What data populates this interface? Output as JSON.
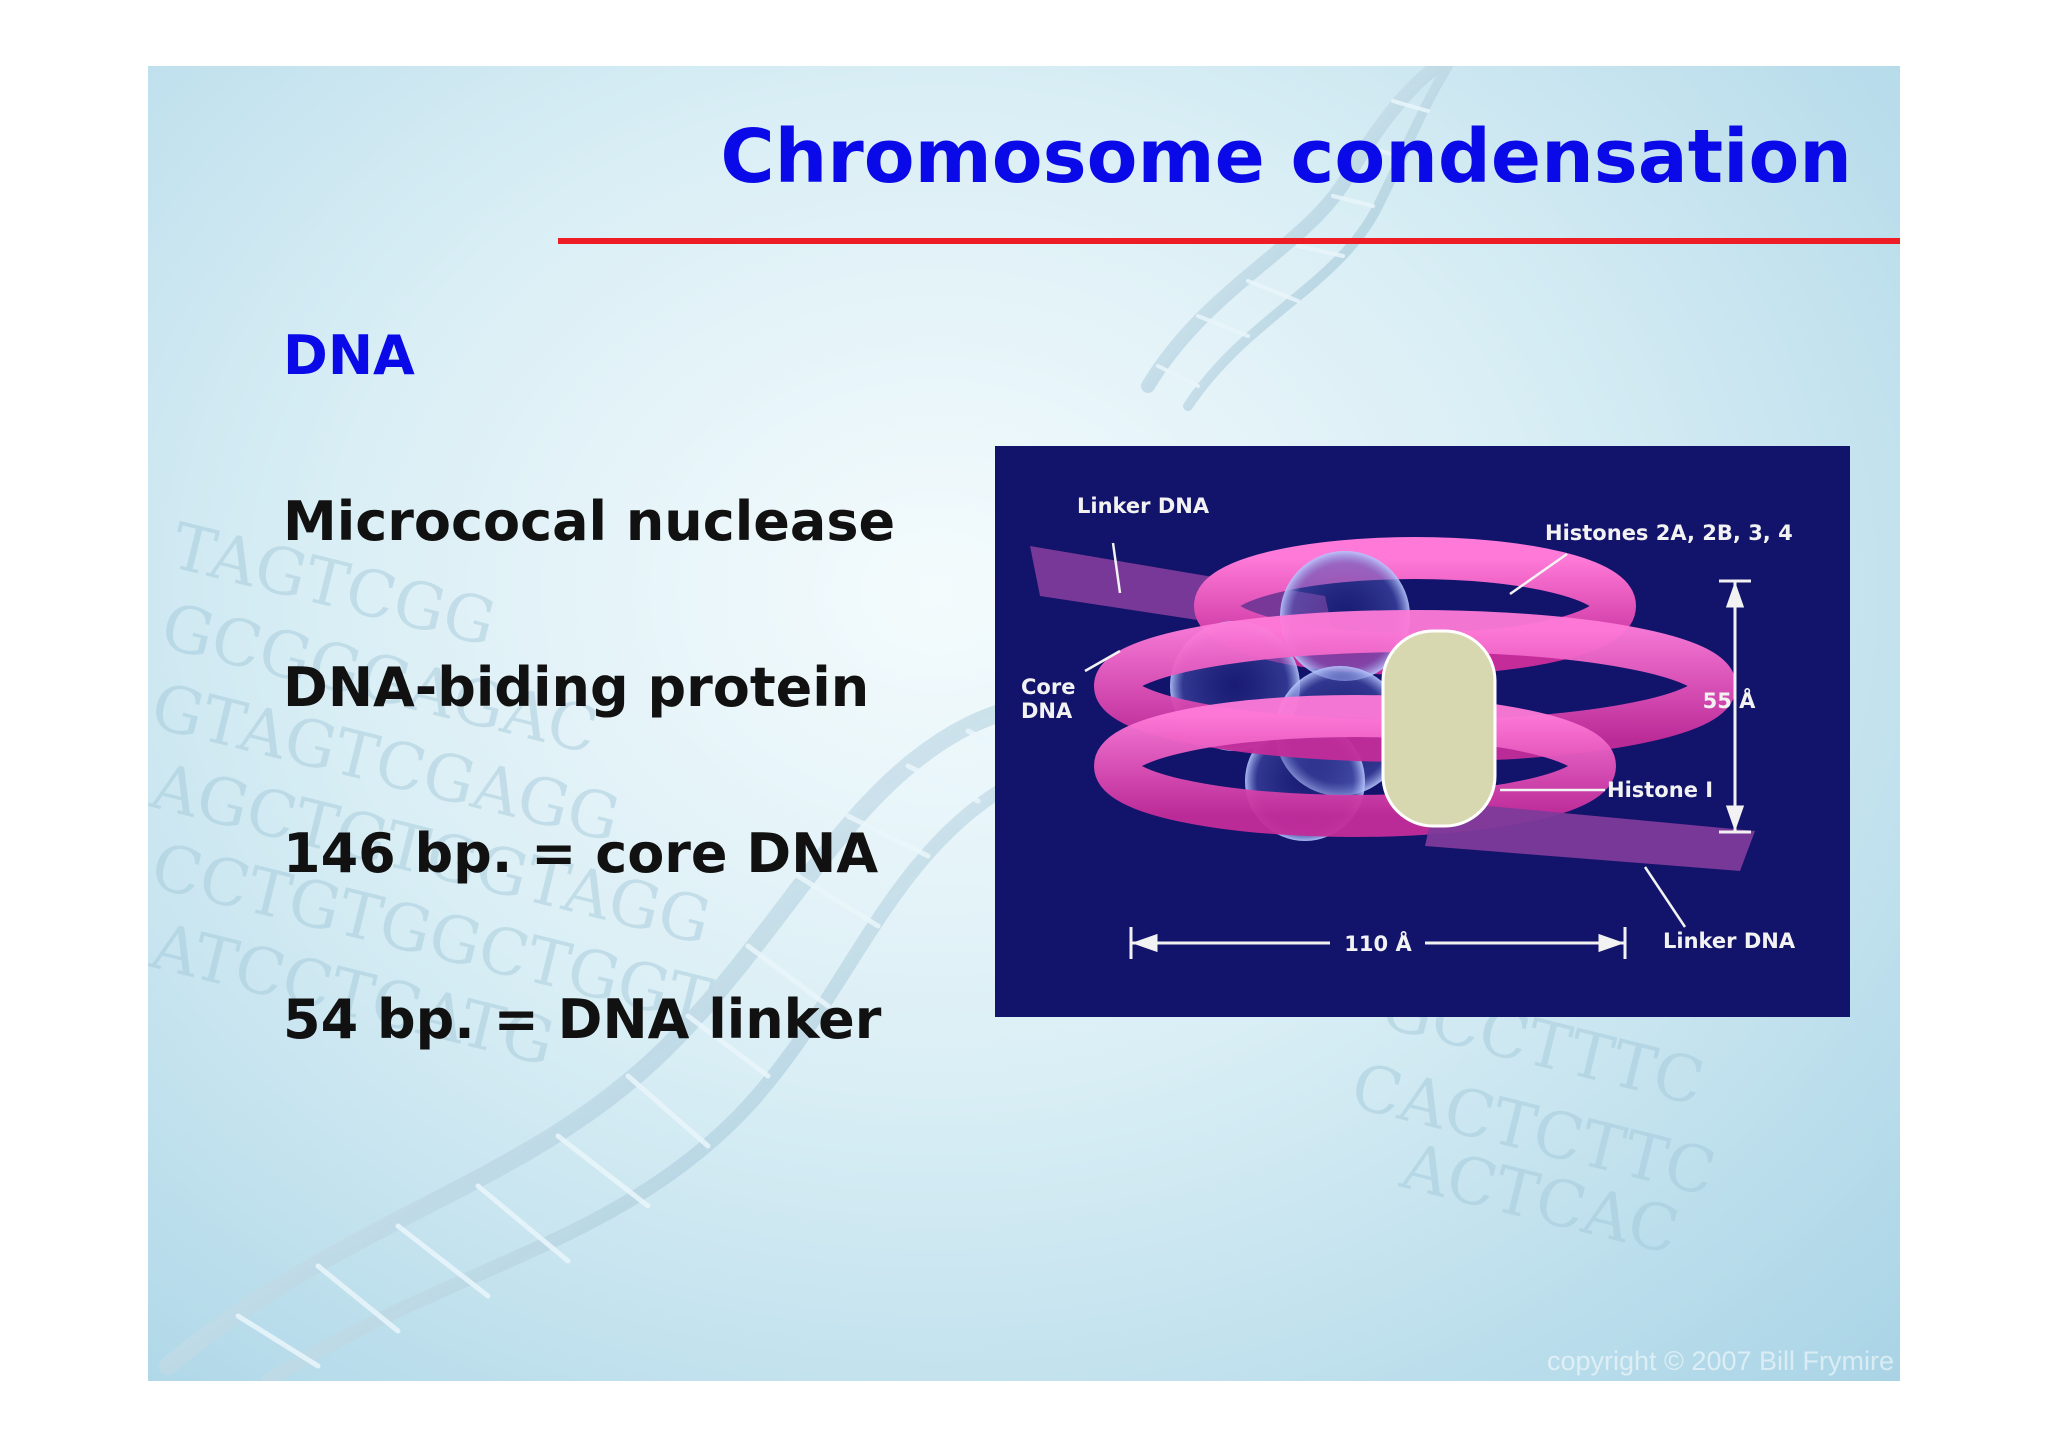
{
  "slide": {
    "title": "Chromosome condensation",
    "title_color": "#0a0ae8",
    "rule_color": "#ee1c24",
    "bullets": [
      "DNA",
      "Micrococal nuclease",
      "DNA-biding protein",
      "146 bp. = core DNA",
      "54 bp. = DNA linker"
    ]
  },
  "figure": {
    "labels": {
      "linker_top": "Linker DNA",
      "histones": "Histones 2A, 2B, 3, 4",
      "core_line1": "Core",
      "core_line2": "DNA",
      "height": "55 Å",
      "histone_one": "Histone I",
      "width": "110 Å",
      "linker_bottom": "Linker DNA"
    },
    "colors": {
      "background": "#12136a",
      "dna_ribbon": "#ff4fc8",
      "histone": "#d8d8b0"
    }
  },
  "watermark": {
    "copyright": "copyright © 2007 Bill Frymire"
  },
  "background": {
    "motif": "dna-double-helix"
  }
}
